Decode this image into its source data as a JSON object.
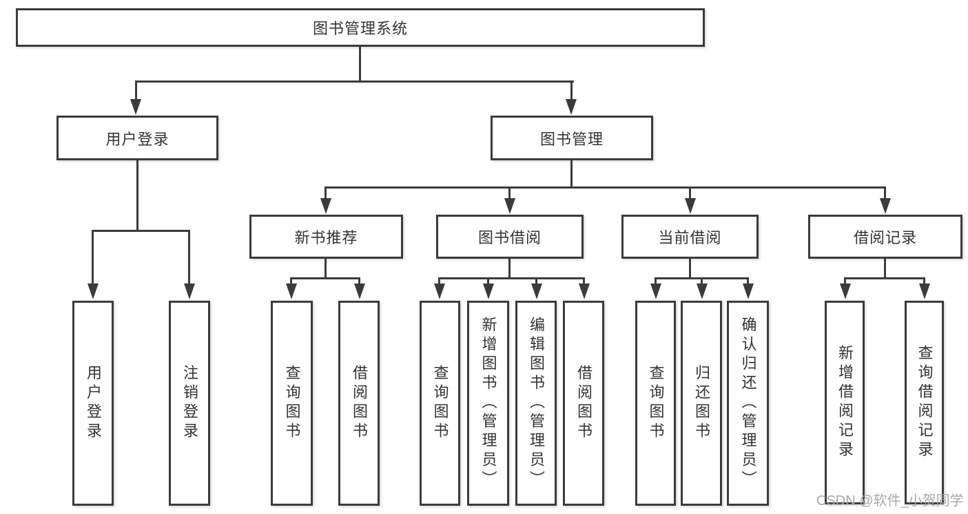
{
  "diagram": {
    "root": {
      "label": "图书管理系统"
    },
    "level1": [
      {
        "label": "用户登录"
      },
      {
        "label": "图书管理"
      }
    ],
    "level2": [
      {
        "label": "新书推荐"
      },
      {
        "label": "图书借阅"
      },
      {
        "label": "当前借阅"
      },
      {
        "label": "借阅记录"
      }
    ],
    "leaves": {
      "login": [
        {
          "label": "用户登录"
        },
        {
          "label": "注销登录"
        }
      ],
      "recommend": [
        {
          "label": "查询图书"
        },
        {
          "label": "借阅图书"
        }
      ],
      "borrow": [
        {
          "label": "查询图书"
        },
        {
          "label": "新增图书（管理员）"
        },
        {
          "label": "编辑图书（管理员）"
        },
        {
          "label": "借阅图书"
        }
      ],
      "current": [
        {
          "label": "查询图书"
        },
        {
          "label": "归还图书"
        },
        {
          "label": "确认归还（管理员）"
        }
      ],
      "records": [
        {
          "label": "新增借阅记录"
        },
        {
          "label": "查询借阅记录"
        }
      ]
    }
  },
  "watermark": {
    "text": "CSDN @软件_小贺同学"
  },
  "colors": {
    "line": "#3b3b3b",
    "text": "#333333",
    "watermark": "#a9a9a9",
    "background": "#ffffff"
  }
}
